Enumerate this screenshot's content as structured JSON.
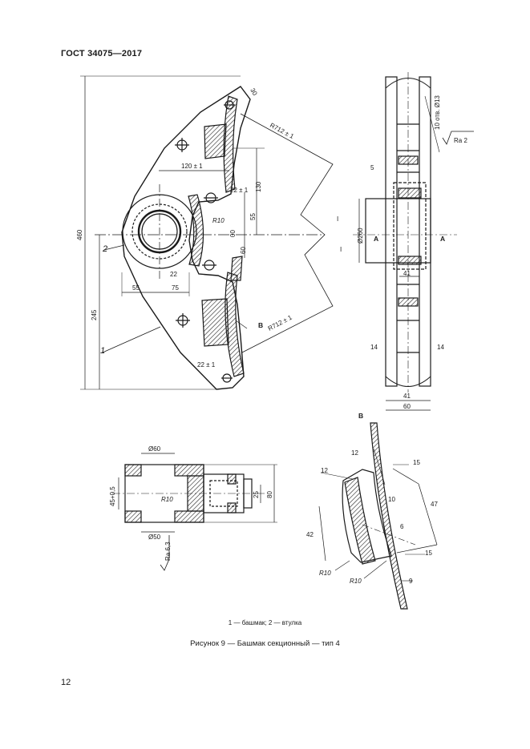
{
  "header": {
    "standard": "ГОСТ 34075—2017"
  },
  "legend": {
    "text": "1 — башмак; 2 — втулка"
  },
  "caption": {
    "text": "Рисунок 9 — Башмак секционный — тип 4"
  },
  "page": {
    "number": "12"
  },
  "drawing": {
    "main_view": {
      "height_total": "460",
      "height_lower": "245",
      "width_offset": "120 ± 1",
      "radius_upper": "R712 ± 1",
      "radius_lower": "R712 ± 1",
      "top_width": "30",
      "bolt_dim_top": "22 ± 1",
      "bolt_dim_left": "22",
      "bolt_dim_bottom": "22 ± 1",
      "radius_inner": "R10",
      "vert_130": "130",
      "vert_55": "55",
      "vert_60": "60",
      "vert_00": "00",
      "bottom_55": "55",
      "bottom_75": "75",
      "callout_1": "1",
      "callout_2": "2",
      "section_mark": "В",
      "section_line_I": "I",
      "section_line_I2": "I"
    },
    "side_view": {
      "thread": "10 отв. Ø13",
      "roughness": "Ra 2",
      "dim_5": "5",
      "dim_260": "Ø260",
      "section_A_left": "A",
      "section_A_right": "A",
      "dim_41_mid": "41",
      "dim_14_left": "14",
      "dim_14_right": "14",
      "dim_41_bottom": "41",
      "dim_60_bottom": "60"
    },
    "section_view": {
      "dia_top": "Ø60",
      "dia_bottom": "Ø50",
      "tolerance": "45+0,5",
      "radius": "R10",
      "dim_25": "25",
      "dim_80": "80",
      "roughness": "Ra 6,3"
    },
    "detail_B": {
      "title": "В",
      "dim_12a": "12",
      "dim_12b": "12",
      "dim_15a": "15",
      "dim_47": "47",
      "dim_10": "10",
      "dim_42": "42",
      "dim_6": "6",
      "dim_15b": "15",
      "dim_9": "9",
      "radius_1": "R10",
      "radius_2": "R10"
    }
  }
}
